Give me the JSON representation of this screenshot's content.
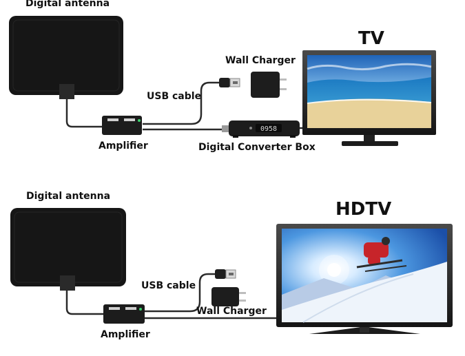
{
  "top_setup": {
    "antenna_label": "Digital antenna",
    "title": "TV",
    "wall_charger_label": "Wall Charger",
    "usb_label": "USB cable",
    "amplifier_label": "Amplifier",
    "converter_label": "Digital Converter Box",
    "converter_display": "0958"
  },
  "bottom_setup": {
    "antenna_label": "Digital antenna",
    "title": "HDTV",
    "usb_label": "USB cable",
    "wall_charger_label": "Wall Charger",
    "amplifier_label": "Amplifier"
  },
  "icons": [
    "antenna-panel-icon",
    "amplifier-icon",
    "usb-plug-icon",
    "wall-charger-icon",
    "converter-box-icon",
    "tv-icon",
    "hdtv-icon",
    "skier-icon"
  ],
  "colors": {
    "device": "#1a1a1a",
    "cable": "#2a2a2a",
    "sky": "#3a8fd6",
    "sea": "#1b6fb3",
    "sand": "#e8d29a",
    "snow": "#e9f1fb"
  }
}
